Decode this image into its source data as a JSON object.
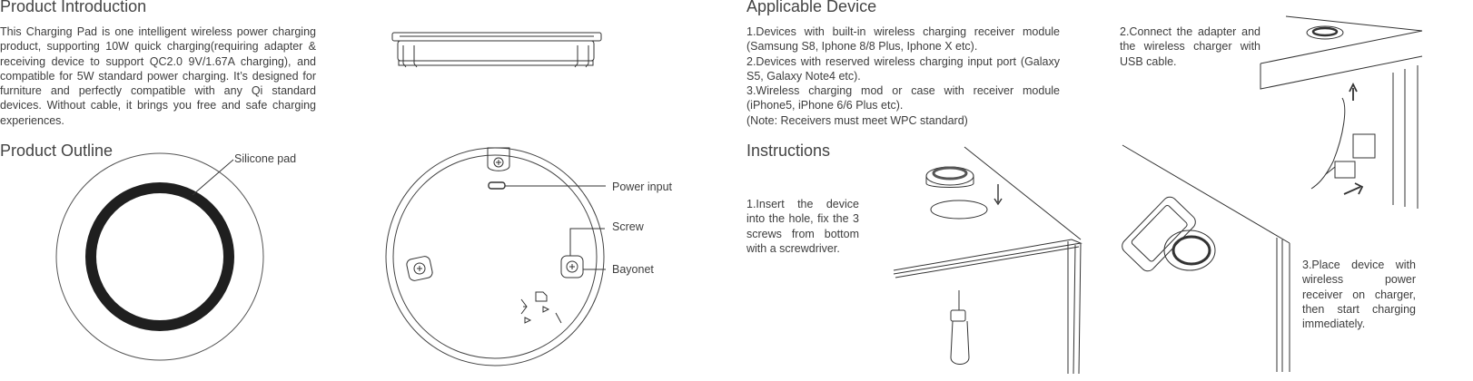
{
  "product_intro": {
    "title": "Product Introduction",
    "text": "This Charging Pad is one intelligent wireless power charging product, supporting 10W quick charging(requiring adapter & receiving device to support QC2.0 9V/1.67A charging), and compatible for 5W standard power charging. It’s designed for furniture and perfectly compatible with any Qi standard devices. Without cable, it brings you free and safe charging experiences."
  },
  "product_outline": {
    "title": "Product Outline",
    "labels": {
      "silicone_pad": "Silicone pad",
      "power_input": "Power input",
      "screw": "Screw",
      "bayonet": "Bayonet"
    }
  },
  "applicable_device": {
    "title": "Applicable Device",
    "items": [
      "1.Devices with built-in wireless charging receiver module (Samsung S8, Iphone 8/8 Plus, Iphone X etc).",
      "2.Devices with reserved wireless charging input port (Galaxy S5, Galaxy Note4 etc).",
      "3.Wireless charging mod or case with receiver module (iPhone5, iPhone 6/6 Plus etc)."
    ],
    "note": "(Note:  Receivers must meet WPC standard)"
  },
  "instructions": {
    "title": "Instructions",
    "step1": "1.Insert the device into the hole, fix the 3 screws from bottom with a screwdriver.",
    "step2": "2.Connect the adapter and the wireless charger with USB cable.",
    "step3": "3.Place device with wireless power receiver on charger, then start charging immediately."
  },
  "colors": {
    "text": "#3d3d3d",
    "line": "#333333",
    "ring": "#2a2a2a"
  }
}
